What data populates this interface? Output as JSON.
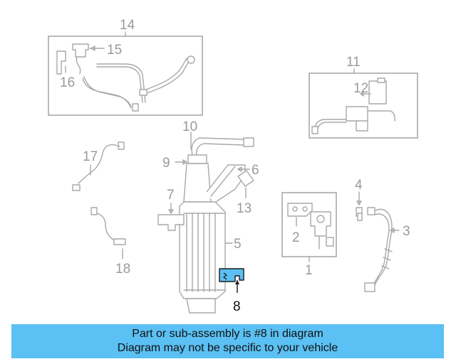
{
  "diagram": {
    "callouts": [
      "1",
      "2",
      "3",
      "4",
      "5",
      "6",
      "7",
      "8",
      "9",
      "10",
      "11",
      "12",
      "13",
      "14",
      "15",
      "16",
      "17",
      "18"
    ],
    "highlighted_part": "8",
    "highlight_color": "#5bc0f3",
    "line_color": "#a8a8a8"
  },
  "banner": {
    "line1": "Part or sub-assembly is #8 in diagram",
    "line2": "Diagram may not be specific to your vehicle",
    "background": "#5bc0f3"
  }
}
